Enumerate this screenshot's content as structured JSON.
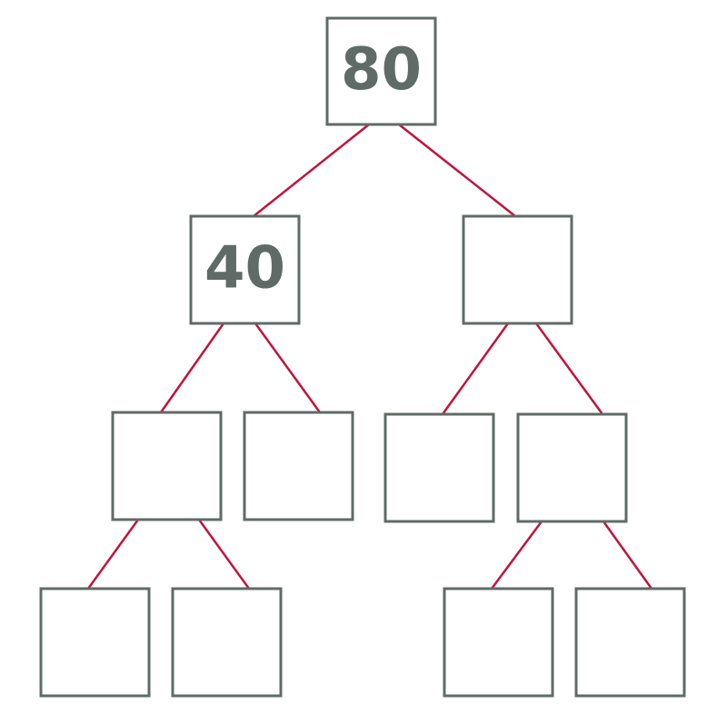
{
  "colors": {
    "box_stroke": "#5f6b66",
    "edge_stroke": "#c0143c",
    "label_fill": "#5f6b66",
    "background": "#ffffff"
  },
  "nodes": [
    {
      "id": "root",
      "label": "80"
    },
    {
      "id": "l",
      "label": "40"
    },
    {
      "id": "r",
      "label": ""
    },
    {
      "id": "ll",
      "label": ""
    },
    {
      "id": "lr",
      "label": ""
    },
    {
      "id": "rl",
      "label": ""
    },
    {
      "id": "rr",
      "label": ""
    },
    {
      "id": "lll",
      "label": ""
    },
    {
      "id": "llr",
      "label": ""
    },
    {
      "id": "rrl",
      "label": ""
    },
    {
      "id": "rrr",
      "label": ""
    }
  ],
  "edges": [
    [
      "root",
      "l"
    ],
    [
      "root",
      "r"
    ],
    [
      "l",
      "ll"
    ],
    [
      "l",
      "lr"
    ],
    [
      "r",
      "rl"
    ],
    [
      "r",
      "rr"
    ],
    [
      "ll",
      "lll"
    ],
    [
      "ll",
      "llr"
    ],
    [
      "rr",
      "rrl"
    ],
    [
      "rr",
      "rrr"
    ]
  ]
}
